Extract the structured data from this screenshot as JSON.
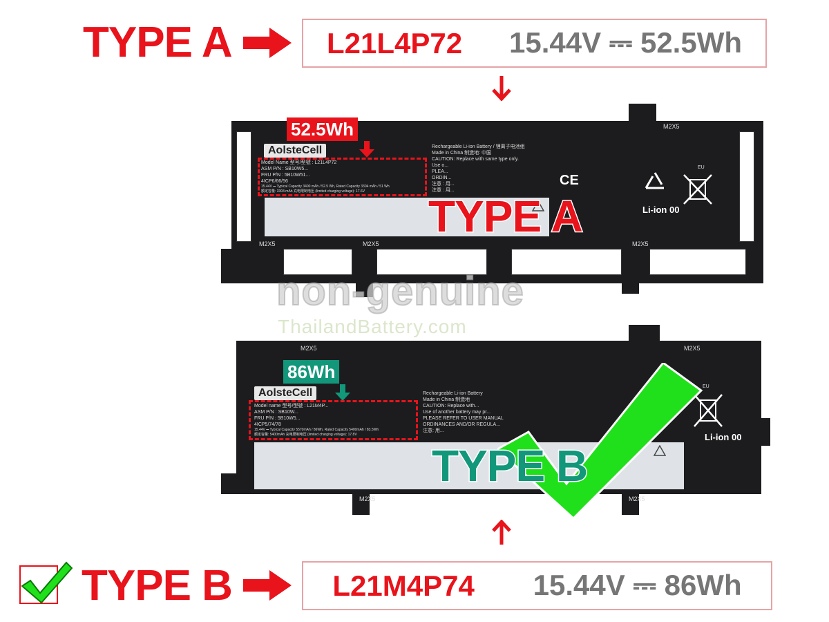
{
  "type_a": {
    "label": "TYPE A",
    "model": "L21L4P72",
    "spec": "15.44V ⎓ 52.5Wh",
    "capacity_tag": "52.5Wh",
    "overlay_label": "TYPE A",
    "battery_label": {
      "brand": "AolsteCell",
      "lines": [
        "Model Name 型号/型號 : L21L4P72",
        "ASM P/N : SB10W5...",
        "FRU P/N : 5B10W51...",
        "4ICP6/66/56",
        "15.44V ⎓ Typical Capacity 3400 mAh / 52.5 Wh, Rated Capacity 3304 mAh / 51 Wh",
        "额定容量: 3304 mAh 充电限制电压 (limited charging voltage): 17.6V"
      ],
      "right_lines": [
        "Rechargeable Li-ion Battery / 锂离子电池组",
        "Made in China 制造地: 中国",
        "CAUTION: Replace with same type only.",
        "Use o...",
        "PLEA...",
        "ORDIN...",
        "注意 : 用...",
        "注意 : 用..."
      ],
      "li_ion": "Li-ion 00",
      "eu": "EU"
    }
  },
  "type_b": {
    "label": "TYPE B",
    "model": "L21M4P74",
    "spec": "15.44V ⎓ 86Wh",
    "capacity_tag": "86Wh",
    "overlay_label": "TYPE B",
    "battery_label": {
      "brand": "AolsteCell",
      "lines": [
        "Model name 型号/型號 : L21M4P...",
        "ASM P/N : SB10W...",
        "FRU P/N : 5B10W5...",
        "4ICP5/74/78",
        "15.44V ⎓ Typical Capacity 5570mAh / 86Wh, Rated Capacity 5400mAh / 83.5Wh",
        "额定容量: 5400mAh 充电限制电压 (limited charging voltage): 17.8V"
      ],
      "right_lines": [
        "Rechargeable Li-ion Battery",
        "Made in China 制造地",
        "CAUTION: Replace with...",
        "Use of another battery may pr...",
        "PLEASE REFER TO USER MANUAL",
        "ORDINANCES AND/OR REGULA...",
        "注意: 用...",
        "注意: 用..."
      ],
      "li_ion": "Li-ion 00",
      "eu": "EU"
    }
  },
  "screw_label": "M2X5",
  "watermark": {
    "line1": "non-genuine",
    "line2": "ThailandBattery.com"
  },
  "colors": {
    "red": "#e8131b",
    "teal": "#12977a",
    "green": "#1fe01a",
    "gray": "#767676",
    "box_border": "#e6a3a6"
  },
  "icons": [
    "arrow-right-icon",
    "arrow-down-icon",
    "arrow-up-icon",
    "checkmark-icon",
    "recycle-icon",
    "crossed-bin-icon",
    "ce-mark-icon",
    "warning-icon"
  ]
}
